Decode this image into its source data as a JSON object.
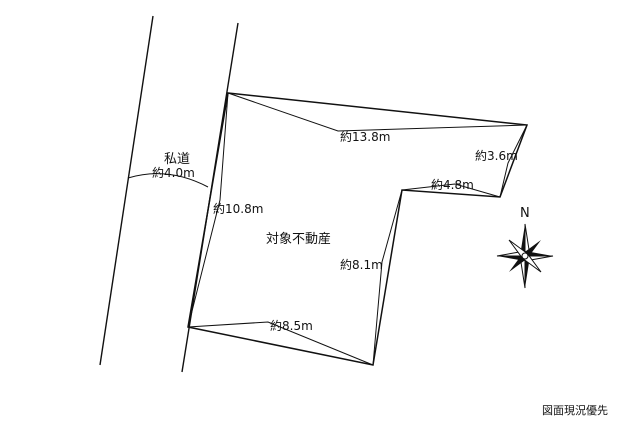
{
  "road": {
    "name": "私道",
    "width": "約4.0m"
  },
  "lot": {
    "label": "対象不動産",
    "dimensions": {
      "top": "約13.8m",
      "right": "約3.6m",
      "notch_top": "約4.8m",
      "notch_side": "約8.1m",
      "bottom": "約8.5m",
      "left": "約10.8m"
    }
  },
  "compass": {
    "north": "N",
    "icon": "compass-rose-icon"
  },
  "footer_note": "図面現況優先",
  "colors": {
    "line": "#111111",
    "background": "#ffffff"
  }
}
